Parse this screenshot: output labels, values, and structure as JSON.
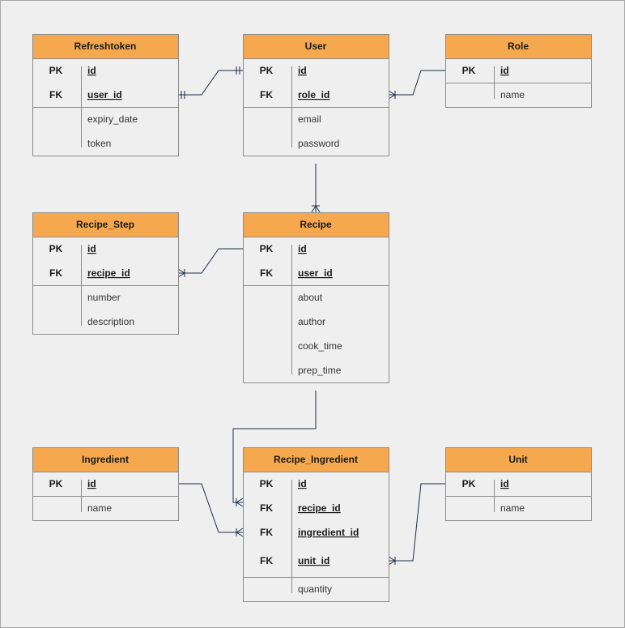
{
  "entities": {
    "refreshtoken": {
      "title": "Refreshtoken",
      "keys": [
        {
          "key": "PK",
          "name": "id"
        },
        {
          "key": "FK",
          "name": "user_id"
        }
      ],
      "fields": [
        "expiry_date",
        "token"
      ]
    },
    "user": {
      "title": "User",
      "keys": [
        {
          "key": "PK",
          "name": "id"
        },
        {
          "key": "FK",
          "name": "role_id"
        }
      ],
      "fields": [
        "email",
        "password"
      ]
    },
    "role": {
      "title": "Role",
      "keys": [
        {
          "key": "PK",
          "name": "id"
        }
      ],
      "fields": [
        "name"
      ]
    },
    "recipe_step": {
      "title": "Recipe_Step",
      "keys": [
        {
          "key": "PK",
          "name": "id"
        },
        {
          "key": "FK",
          "name": "recipe_id"
        }
      ],
      "fields": [
        "number",
        "description"
      ]
    },
    "recipe": {
      "title": "Recipe",
      "keys": [
        {
          "key": "PK",
          "name": "id"
        },
        {
          "key": "FK",
          "name": "user_id"
        }
      ],
      "fields": [
        "about",
        "author",
        "cook_time",
        "prep_time"
      ]
    },
    "ingredient": {
      "title": "Ingredient",
      "keys": [
        {
          "key": "PK",
          "name": "id"
        }
      ],
      "fields": [
        "name"
      ]
    },
    "recipe_ingredient": {
      "title": "Recipe_Ingredient",
      "keys": [
        {
          "key": "PK",
          "name": "id"
        },
        {
          "key": "FK",
          "name": "recipe_id"
        },
        {
          "key": "FK",
          "name": "ingredient_id"
        },
        {
          "key": "FK",
          "name": "unit_id"
        }
      ],
      "fields": [
        "quantity"
      ]
    },
    "unit": {
      "title": "Unit",
      "keys": [
        {
          "key": "PK",
          "name": "id"
        }
      ],
      "fields": [
        "name"
      ]
    }
  },
  "relationships": [
    {
      "from": "refreshtoken.user_id",
      "to": "user.id",
      "cardinality": "one-to-one"
    },
    {
      "from": "role.id",
      "to": "user.role_id",
      "cardinality": "one-to-many"
    },
    {
      "from": "user.id",
      "to": "recipe.user_id",
      "cardinality": "one-to-many"
    },
    {
      "from": "recipe.id",
      "to": "recipe_step.recipe_id",
      "cardinality": "one-to-many"
    },
    {
      "from": "recipe.id",
      "to": "recipe_ingredient.recipe_id",
      "cardinality": "one-to-many"
    },
    {
      "from": "ingredient.id",
      "to": "recipe_ingredient.ingredient_id",
      "cardinality": "one-to-many"
    },
    {
      "from": "unit.id",
      "to": "recipe_ingredient.unit_id",
      "cardinality": "one-to-many"
    }
  ],
  "colors": {
    "header_fill": "#f5a84e",
    "border": "#8c8c8c",
    "line": "#1f2d45",
    "background": "#efefef"
  }
}
